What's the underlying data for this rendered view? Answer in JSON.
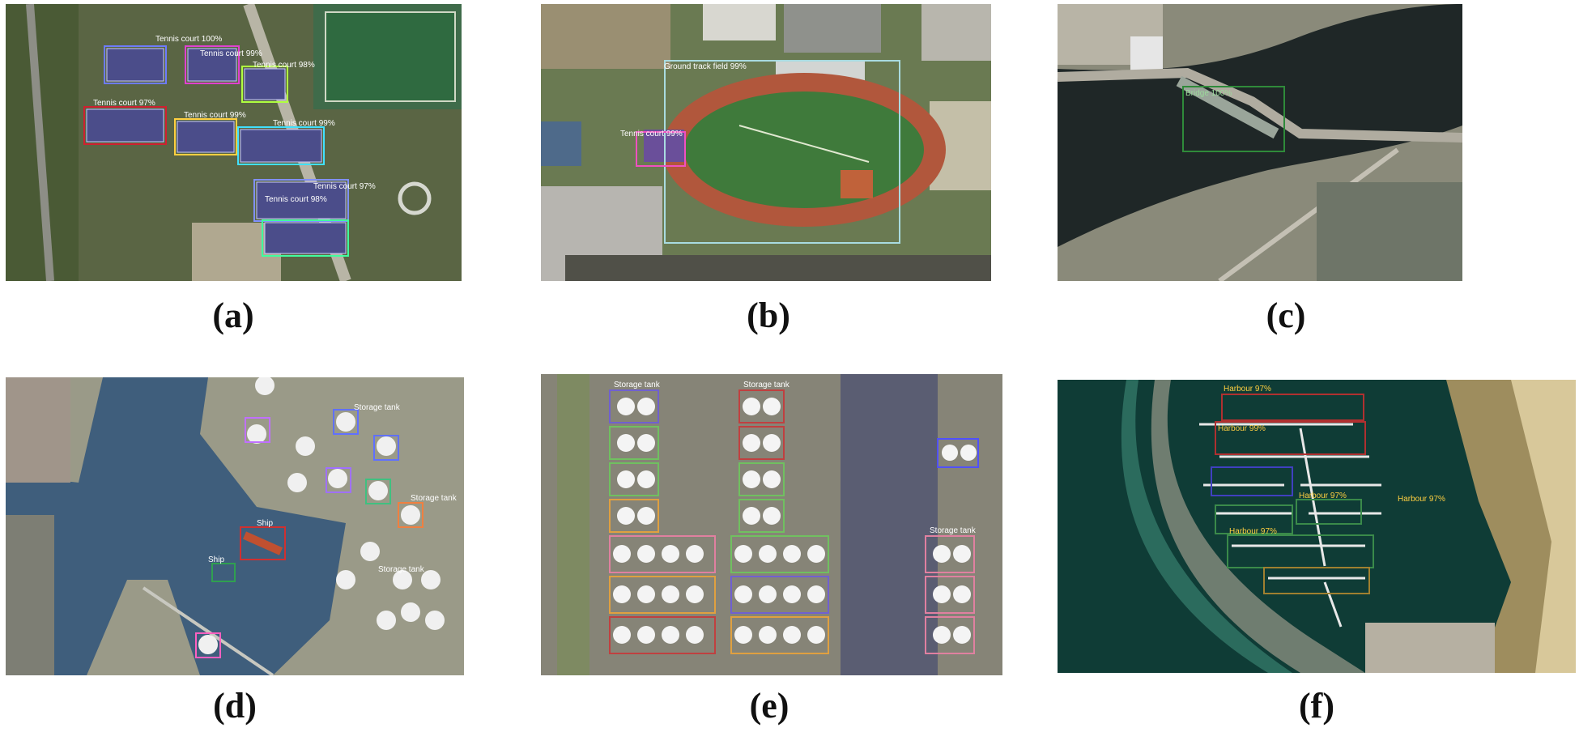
{
  "panels": [
    {
      "id": "a",
      "caption": "(a)",
      "labels": [
        "Tennis court 100%",
        "Tennis court 99%",
        "Tennis court 98%",
        "Tennis court 97%",
        "Tennis court 99%",
        "Tennis court 99%",
        "Tennis court 97%",
        "Tennis court 98%"
      ]
    },
    {
      "id": "b",
      "caption": "(b)",
      "labels": [
        "Ground track field 99%",
        "Tennis court 99%"
      ]
    },
    {
      "id": "c",
      "caption": "(c)",
      "labels": [
        "Bridge 100%"
      ]
    },
    {
      "id": "d",
      "caption": "(d)",
      "labels": [
        "Storage tank",
        "Storage tank",
        "Storage tank",
        "Ship",
        "Ship"
      ]
    },
    {
      "id": "e",
      "caption": "(e)",
      "labels": [
        "Storage tank",
        "Storage tank",
        "Storage tank"
      ]
    },
    {
      "id": "f",
      "caption": "(f)",
      "labels": [
        "Harbour 97%",
        "Harbour 99%",
        "Harbour 97%",
        "Harbour 97%",
        "Harbour 97%"
      ]
    }
  ],
  "colors": {
    "grass": "#5e6b45",
    "water": "#1e2626",
    "harbor_sea": "#0f3c36",
    "industrial": "#7f7e78",
    "track": "#b4553c"
  }
}
